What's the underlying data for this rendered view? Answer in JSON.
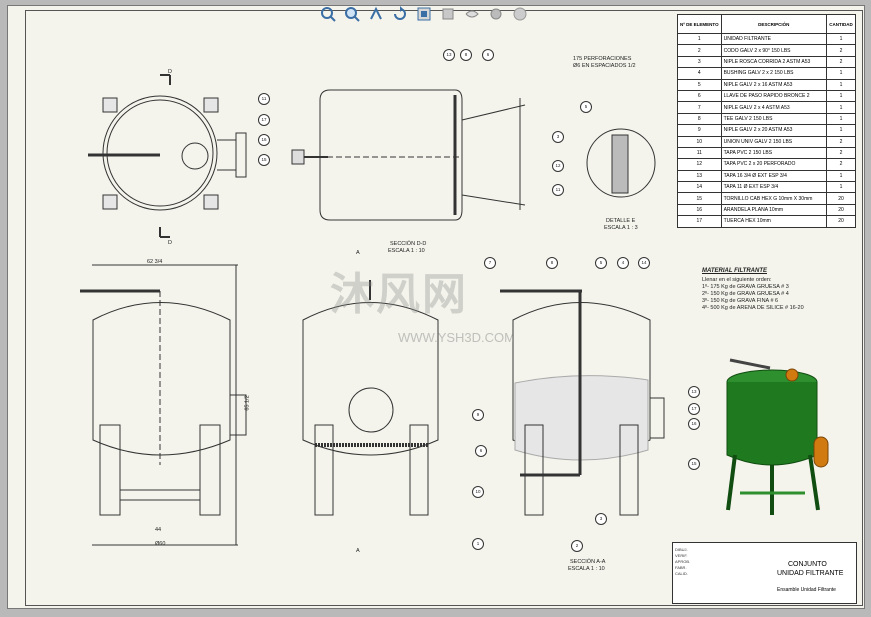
{
  "toolbar": {
    "icons": [
      "zoom-fit-icon",
      "zoom-area-icon",
      "pan-icon",
      "rotate-icon",
      "view-orientation-icon",
      "display-style-icon",
      "hide-show-icon",
      "appearance-icon",
      "scene-icon"
    ]
  },
  "bom": {
    "headers": [
      "Nº DE ELEMENTO",
      "DESCRIPCIÓN",
      "CANTIDAD"
    ],
    "rows": [
      {
        "n": "1",
        "d": "UNIDAD FILTRANTE",
        "q": "1"
      },
      {
        "n": "2",
        "d": "CODO GALV 2 x 90° 150 LBS",
        "q": "2"
      },
      {
        "n": "3",
        "d": "NIPLE ROSCA CORRIDA 2 ASTM A53",
        "q": "2"
      },
      {
        "n": "4",
        "d": "BUSHING GALV 2 x 2 150 LBS",
        "q": "1"
      },
      {
        "n": "5",
        "d": "NIPLE GALV 2 x 16 ASTM A53",
        "q": "1"
      },
      {
        "n": "6",
        "d": "LLAVE DE PASO RAPIDO BRONCE 2",
        "q": "1"
      },
      {
        "n": "7",
        "d": "NIPLE GALV 2 x 4 ASTM A53",
        "q": "1"
      },
      {
        "n": "8",
        "d": "TEE GALV 2 150 LBS",
        "q": "1"
      },
      {
        "n": "9",
        "d": "NIPLE GALV 2 x 20 ASTM A53",
        "q": "1"
      },
      {
        "n": "10",
        "d": "UNION UNIV GALV 2 150 LBS",
        "q": "2"
      },
      {
        "n": "11",
        "d": "TAPA PVC 2 150 LBS",
        "q": "2"
      },
      {
        "n": "12",
        "d": "TAPA PVC 2 x 20 PERFORADO",
        "q": "2"
      },
      {
        "n": "13",
        "d": "TAPA 16 3/4 Ø EXT ESP 3/4",
        "q": "1"
      },
      {
        "n": "14",
        "d": "TAPA 11 Ø EXT ESP 3/4",
        "q": "1"
      },
      {
        "n": "15",
        "d": "TORNILLO CAB HEX G 10mm X 30mm",
        "q": "20"
      },
      {
        "n": "16",
        "d": "ARANDELA PLANA 10mm",
        "q": "20"
      },
      {
        "n": "17",
        "d": "TUERCA HEX 10mm",
        "q": "20"
      }
    ]
  },
  "labels": {
    "perforaciones": "175 PERFORACIONES",
    "perforaciones2": "Ø6 EN ESPACIADOS 1/2",
    "detalle": "DETALLE E",
    "detalle_escala": "ESCALA 1 : 3",
    "seccion_dd": "SECCIÓN D-D",
    "seccion_dd_escala": "ESCALA 1 : 10",
    "seccion_aa": "SECCIÓN A-A",
    "seccion_aa_escala": "ESCALA 1 : 10",
    "material_title": "MATERIAL FILTRANTE",
    "material_sub": "Llenar en el siguiente orden:",
    "material_lines": [
      "1º- 175 Kg de GRAVA GRUESA # 3",
      "2º- 150 Kg de GRAVA GRUESA # 4",
      "3º- 150 Kg de GRAVA FINA # 6",
      "4º- 500 Kg de ARENA DE SILICE # 16-20"
    ],
    "dim_top": "62 3/4",
    "dim_side": "65 1/2",
    "dim_bottom": "Ø60",
    "dim_inner": "44",
    "sec_d": "D",
    "sec_a": "A"
  },
  "watermark": {
    "text": "沐风网",
    "url": "WWW.YSH3D.COM"
  },
  "title_block": {
    "title1": "CONJUNTO",
    "title2": "UNIDAD FILTRANTE",
    "subtitle": "Ensamble Unidad Filtrante",
    "left_lines": [
      "DIBUJ.",
      "VERIF.",
      "APROB.",
      "FABR.",
      "CALID."
    ]
  },
  "balloons_top": [
    "13",
    "8",
    "6",
    "5",
    "3",
    "12",
    "11"
  ],
  "balloons_left": [
    "11",
    "17",
    "16",
    "15"
  ],
  "balloons_front": [
    "7",
    "8",
    "5",
    "4",
    "14",
    "13",
    "17",
    "16",
    "15",
    "9",
    "6",
    "10",
    "1",
    "2",
    "3"
  ],
  "colors": {
    "tank3d": "#1f7a1f",
    "accent": "#d07a10",
    "line": "#333333"
  }
}
